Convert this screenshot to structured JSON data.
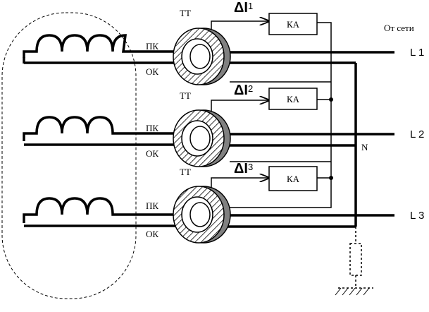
{
  "source_label": "От сети",
  "phases": [
    {
      "ct_label": "ТТ",
      "delta_symbol": "ΔI",
      "delta_index": "1",
      "relay_label": "КА",
      "conductor_top_label": "ПК",
      "conductor_bottom_label": "ОК",
      "line_label": "L 1"
    },
    {
      "ct_label": "ТТ",
      "delta_symbol": "ΔI",
      "delta_index": "2",
      "relay_label": "КА",
      "conductor_top_label": "ПК",
      "conductor_bottom_label": "ОК",
      "line_label": "L 2"
    },
    {
      "ct_label": "ТТ",
      "delta_symbol": "ΔI",
      "delta_index": "3",
      "relay_label": "КА",
      "conductor_top_label": "ПК",
      "conductor_bottom_label": "ОК",
      "line_label": "L 3"
    }
  ],
  "neutral_label": "N"
}
